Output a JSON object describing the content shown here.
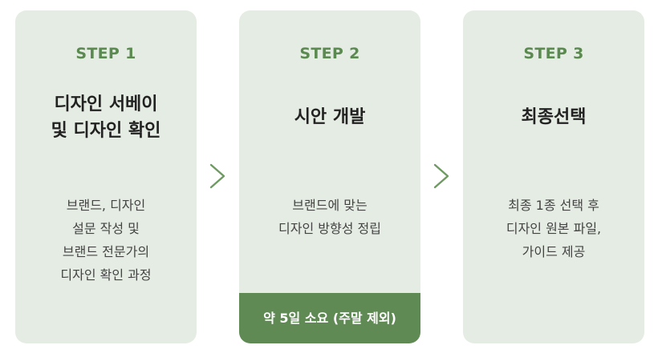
{
  "steps": [
    {
      "label": "STEP 1",
      "title_lines": [
        "디자인 서베이",
        "및 디자인 확인"
      ],
      "desc_lines": [
        "브랜드, 디자인",
        "설문 작성  및",
        "브랜드 전문가의",
        "디자인 확인 과정"
      ]
    },
    {
      "label": "STEP 2",
      "title_lines": [
        "시안 개발"
      ],
      "desc_lines": [
        "브랜드에 맞는",
        "디자인 방향성 정립"
      ],
      "duration": "약 5일 소요 (주말 제외)"
    },
    {
      "label": "STEP 3",
      "title_lines": [
        "최종선택"
      ],
      "desc_lines": [
        "최종 1종 선택 후",
        "디자인 원본 파일,",
        "가이드 제공"
      ]
    }
  ],
  "icons": {
    "arrow": "chevron-right-icon"
  },
  "colors": {
    "card_background": "#e5ece3",
    "accent_green": "#5a8a4f",
    "duration_bar": "#5f8a54",
    "chevron": "#6e9a62",
    "title_text": "#222222",
    "body_text": "#444444"
  }
}
